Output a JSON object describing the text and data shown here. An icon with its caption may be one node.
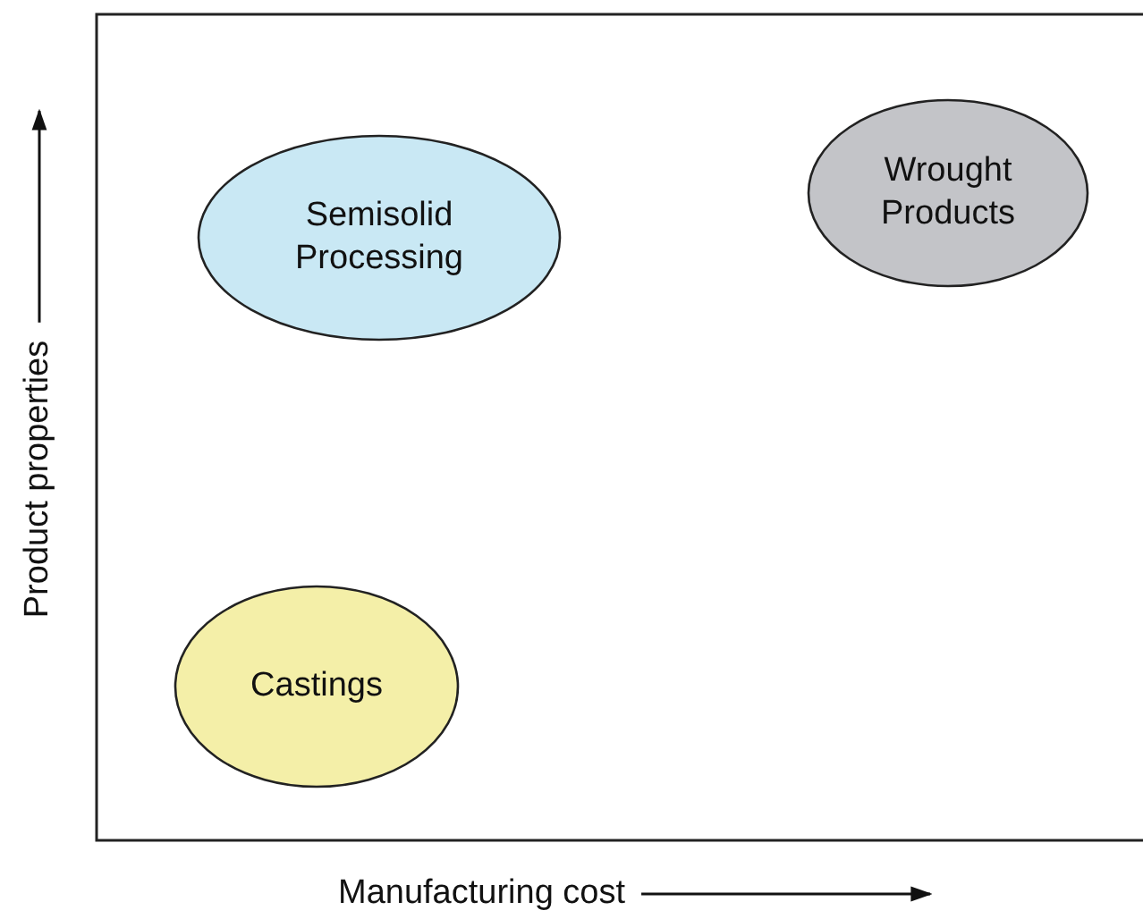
{
  "diagram": {
    "nodes": [
      {
        "text": [
          "Semisolid Processing"
        ]
      },
      {
        "text": [
          "Wrought Products"
        ]
      },
      {
        "text": [
          "Castings"
        ]
      }
    ],
    "labels": [
      "Product properties",
      "Manufacturing cost"
    ]
  }
}
